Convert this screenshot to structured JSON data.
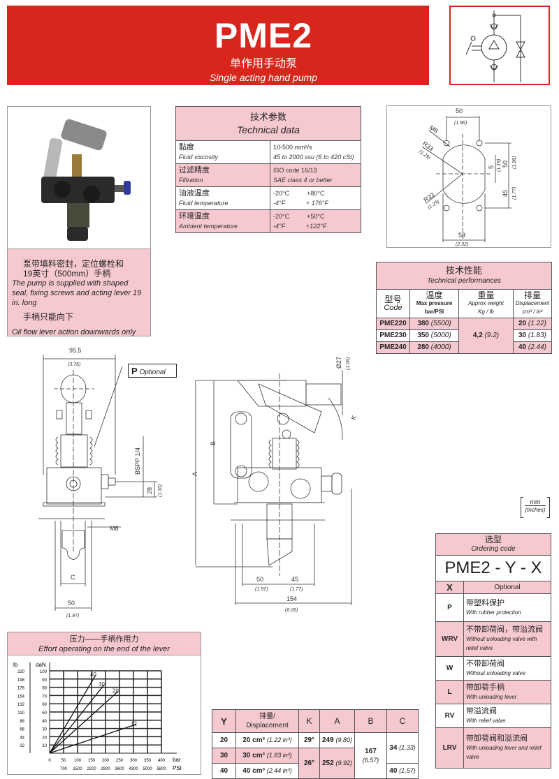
{
  "header": {
    "model": "PME2",
    "subtitle_cn": "单作用手动泵",
    "subtitle_en": "Single acting hand pump",
    "brand_color": "#d9261c",
    "accent_pink": "#f6c9d0"
  },
  "product_note": {
    "line1_cn": "泵带填料密封，定位螺栓和",
    "line2_cn": "19英寸（500mm）手柄",
    "supply_en": "The pump is supplied with shaped seal, fixing screws and acting lever 19 in. long",
    "lever_cn": "手柄只能向下",
    "lever_en": "Oil flow lever action downwards only"
  },
  "technical_data": {
    "title_cn": "技术参数",
    "title_en": "Technical data",
    "rows": [
      {
        "label_cn": "黏度",
        "label_en": "Fluid viscosity",
        "value1": "10-500 mm²/s",
        "value2": "45 to 2000 ssu (6 to 420 cSt)"
      },
      {
        "label_cn": "过滤精度",
        "label_en": "Filtration",
        "value1": "ISO code 16/13",
        "value2": "SAE class 4 or better"
      },
      {
        "label_cn": "油液温度",
        "label_en": "Fluid temperature",
        "value1": "-20°C          +80°C",
        "value2": "-4°F            + 176°F"
      },
      {
        "label_cn": "环境温度",
        "label_en": "Ambient temperature",
        "value1": "-20°C          +50°C",
        "value2": "-4°F            +122°F"
      }
    ]
  },
  "mounting": {
    "dim_top": "50",
    "dim_top_in": "(1.96)",
    "thread": "M8",
    "radius1": "R33",
    "radius1_in": "(1.29)",
    "radius2": "R33",
    "radius2_in": "(1.29)",
    "dim_5": "5",
    "dim_5_in": "(1.19)",
    "dim_50v": "50",
    "dim_50v_in": "(1.96)",
    "dim_45": "45",
    "dim_45_in": "(1.77)",
    "dim_bottom": "59",
    "dim_bottom_in": "(2.32)"
  },
  "performances": {
    "title_cn": "技术性能",
    "title_en": "Technical performances",
    "headers": [
      {
        "cn": "型号",
        "en": "Code",
        "unit": ""
      },
      {
        "cn": "温度",
        "en": "Max pressure",
        "unit": "bar/PSI"
      },
      {
        "cn": "重量",
        "en": "Approx weight",
        "unit": "Kg / lb"
      },
      {
        "cn": "排量",
        "en": "Displacement",
        "unit": "cm³ / in³"
      }
    ],
    "rows": [
      {
        "code": "PME220",
        "pressure": "380",
        "pressure_psi": "(5500)",
        "disp": "20",
        "disp_in": "(1.22)"
      },
      {
        "code": "PME230",
        "pressure": "350",
        "pressure_psi": "(5000)",
        "disp": "30",
        "disp_in": "(1.83)"
      },
      {
        "code": "PME240",
        "pressure": "280",
        "pressure_psi": "(4000)",
        "disp": "40",
        "disp_in": "(2.44)"
      }
    ],
    "weight": "4,2",
    "weight_lb": "(9.2)"
  },
  "front_view": {
    "width": "95,5",
    "width_in": "(3.76)",
    "port": "BSPP 1/4",
    "height28": "28",
    "height28_in": "(1.10)",
    "thread": "M8",
    "dim_c": "C",
    "base": "50",
    "base_in": "(1.97)",
    "optional_tag_letter": "P",
    "optional_tag_text": "Optional"
  },
  "side_view": {
    "dia": "Ø27",
    "dia_in": "(1.06)",
    "k": "K",
    "a": "A",
    "b": "B",
    "d50": "50",
    "d50_in": "(1.97)",
    "d45": "45",
    "d45_in": "(1.77)",
    "d154": "154",
    "d154_in": "(6.06)"
  },
  "units_legend": {
    "top": "mm",
    "bottom": "(Inches)"
  },
  "ordering": {
    "title_cn": "选型",
    "title_en": "Ordering code",
    "code": "PME2 - Y - X",
    "col_x": "X",
    "col_opt": "Optional",
    "options": [
      {
        "code": "P",
        "cn": "带塑料保护",
        "en": "With rubber protection",
        "pink": false
      },
      {
        "code": "WRV",
        "cn": "不带卸荷阀，带溢流阀",
        "en": "Without unloading valve with relief valve",
        "pink": true
      },
      {
        "code": "W",
        "cn": "不带卸荷阀",
        "en": "Without unloading valve",
        "pink": false
      },
      {
        "code": "L",
        "cn": "带卸荷手柄",
        "en": "With unloading lever",
        "pink": true
      },
      {
        "code": "RV",
        "cn": "带溢流阀",
        "en": "With relief valve",
        "pink": false
      },
      {
        "code": "LRV",
        "cn": "带卸荷阀和溢流阀",
        "en": "With unloading lever and relief valve",
        "pink": true
      }
    ]
  },
  "y_table": {
    "headers": [
      "Y",
      "排量/ Displacement",
      "K",
      "A",
      "B",
      "C"
    ],
    "rows": [
      {
        "y": "20",
        "disp": "20 cm³",
        "disp_in": "(1.22 in³)",
        "k": "29°",
        "a": "249",
        "a_in": "(9.80)"
      },
      {
        "y": "30",
        "disp": "30 cm³",
        "disp_in": "(1.83 in³)"
      },
      {
        "y": "40",
        "disp": "40 cm³",
        "disp_in": "(2.44 in³)"
      }
    ],
    "k_merged": "26°",
    "a_merged": "252",
    "a_merged_in": "(9.92)",
    "b_merged": "167",
    "b_merged_in": "(6.57)",
    "c1": "34",
    "c1_in": "(1.33)",
    "c2": "40",
    "c2_in": "(1.57)"
  },
  "chart_data": {
    "type": "line",
    "title": "压力——手柄作用力",
    "subtitle": "Effort operating on the end of the lever",
    "xlabel": "bar",
    "xlabel2": "PSI",
    "ylabel": "daN",
    "ylabel2": "lb",
    "x_ticks": [
      0,
      50,
      100,
      150,
      200,
      250,
      300,
      350,
      400
    ],
    "x_ticks_psi": [
      "700",
      "1500",
      "2200",
      "2900",
      "3600",
      "4300",
      "5000",
      "5800"
    ],
    "y_ticks": [
      10,
      20,
      30,
      40,
      50,
      60,
      70,
      80,
      90,
      100
    ],
    "y_ticks_lb": [
      "22",
      "44",
      "66",
      "88",
      "110",
      "132",
      "154",
      "176",
      "198",
      "220"
    ],
    "xlim": [
      0,
      400
    ],
    "ylim": [
      0,
      100
    ],
    "grid": true,
    "series": [
      {
        "name": "40",
        "x": [
          0,
          165
        ],
        "y": [
          0,
          95
        ]
      },
      {
        "name": "30",
        "x": [
          0,
          195
        ],
        "y": [
          0,
          83
        ]
      },
      {
        "name": "20",
        "x": [
          0,
          245
        ],
        "y": [
          0,
          75
        ]
      },
      {
        "name": "12",
        "x": [
          0,
          310
        ],
        "y": [
          0,
          35
        ]
      }
    ]
  }
}
